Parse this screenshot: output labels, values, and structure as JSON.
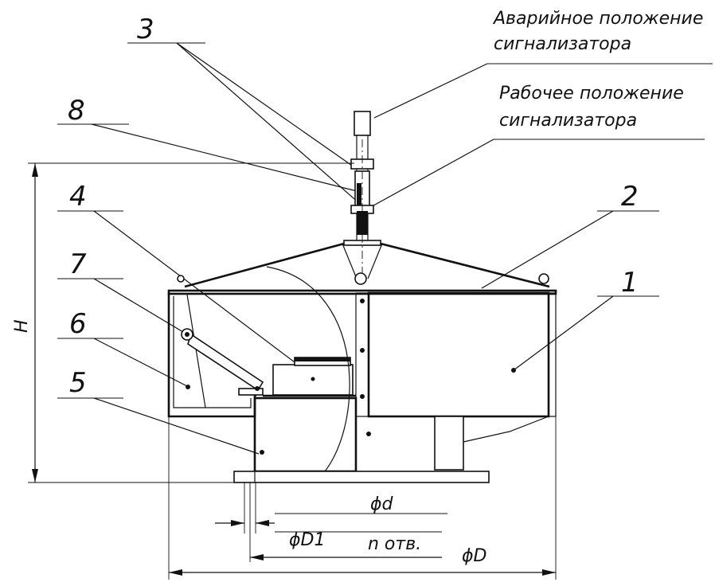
{
  "labels": {
    "emergency_line1": "Аварийное положение",
    "emergency_line2": "сигнализатора",
    "working_line1": "Рабочее положение",
    "working_line2": "сигнализатора"
  },
  "callouts": [
    "3",
    "8",
    "4",
    "7",
    "6",
    "5",
    "2",
    "1"
  ],
  "dimensions": {
    "height": "H",
    "d": "ϕd",
    "D1": "ϕD1",
    "holes": "n отв.",
    "D": "ϕD"
  }
}
